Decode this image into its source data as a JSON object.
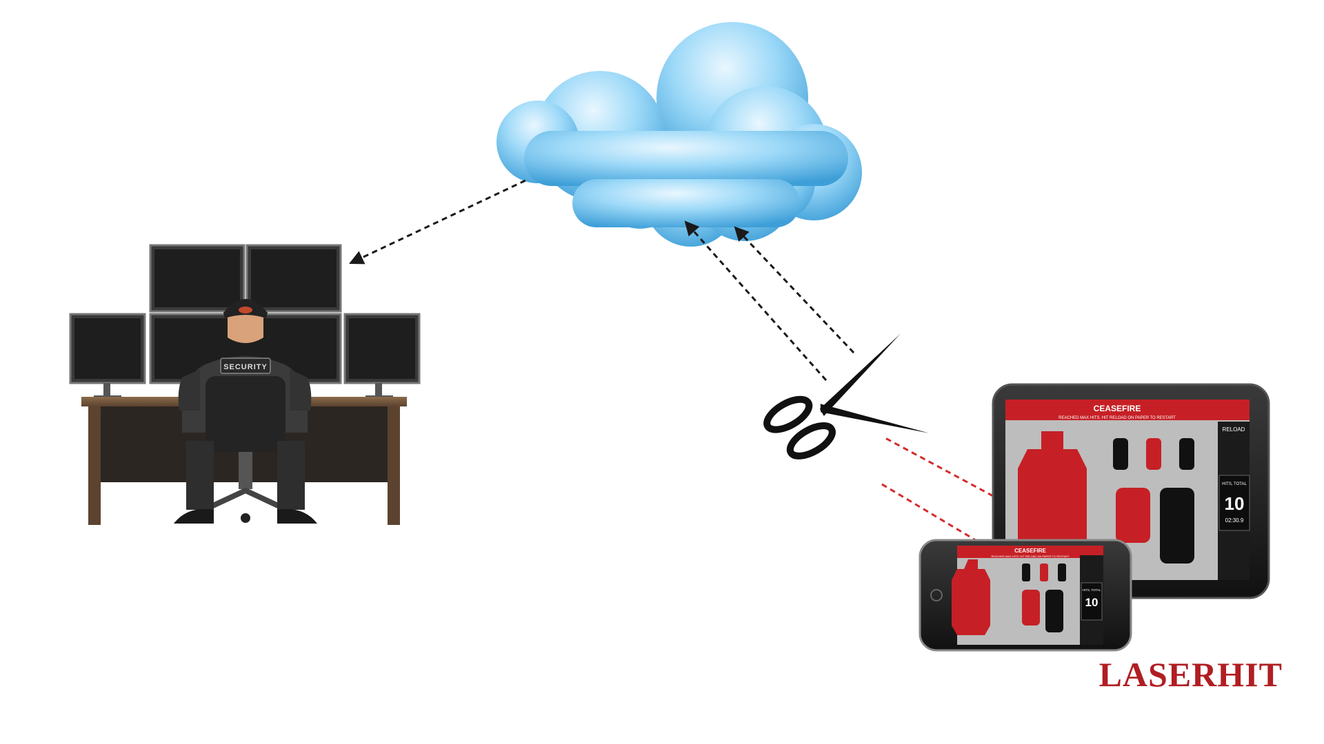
{
  "operator": {
    "jacket_label": "SECURITY"
  },
  "tablet": {
    "banner_title": "CEASEFIRE",
    "banner_subtitle": "REACHED MAX HITS. HIT RELOAD ON PAPER TO RESTART",
    "reload_label": "RELOAD",
    "hits_label": "HITS, TOTAL",
    "hits_value": "10",
    "timer": "02:30.9"
  },
  "phone": {
    "banner_title": "CEASEFIRE",
    "banner_subtitle": "REACHED MAX HITS. HIT RELOAD ON PAPER TO RESTART",
    "hits_label": "HITS, TOTAL",
    "hits_value": "10"
  },
  "brand": {
    "logo_text": "LASERHIT"
  },
  "colors": {
    "brand_red": "#b01e23",
    "cloud_blue": "#6cc1ee",
    "arrow_black": "#1a1a1a",
    "arrow_red": "#d42b2b"
  }
}
